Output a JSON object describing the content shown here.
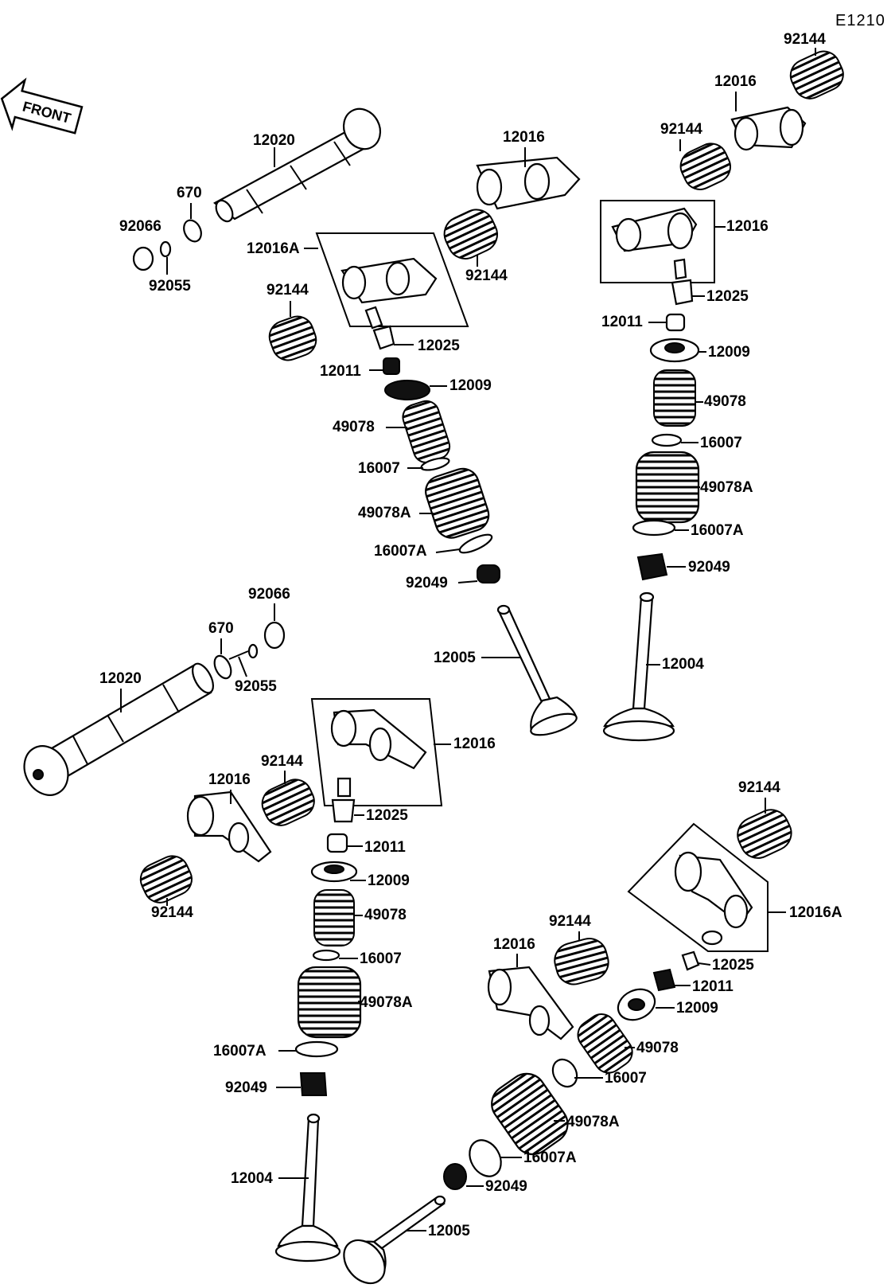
{
  "diagram_code": "E1210",
  "front_label": "FRONT",
  "callouts": {
    "top_shaft": "12020",
    "top_oring": "670",
    "top_plug": "92066",
    "top_plug_ring": "92055",
    "ul_rocker": "12016A",
    "ul_spring_a": "92144",
    "ul_adjuster": "12025",
    "ul_nut": "12011",
    "ul_retainer": "12009",
    "ul_inner_spring": "49078",
    "ul_seat": "16007",
    "ul_outer_spring": "49078A",
    "ul_seat_a": "16007A",
    "ul_seal": "92049",
    "ul_valve": "12005",
    "mid_rocker": "12016",
    "mid_spring": "92144",
    "tr_spring_top": "92144",
    "tr_rocker_top": "12016",
    "tr_spring_mid": "92144",
    "tr_rocker_box": "12016",
    "tr_adjuster": "12025",
    "tr_nut": "12011",
    "tr_retainer": "12009",
    "tr_inner_spring": "49078",
    "tr_seat": "16007",
    "tr_outer_spring": "49078A",
    "tr_seat_a": "16007A",
    "tr_seal": "92049",
    "tr_valve": "12004",
    "bot_plug": "92066",
    "bot_oring": "670",
    "bot_plug_ring": "92055",
    "bot_shaft": "12020",
    "bl_rocker_box": "12016",
    "bl_spring_a": "92144",
    "bl_rocker": "12016",
    "bl_spring_b": "92144",
    "bl_adjuster": "12025",
    "bl_nut": "12011",
    "bl_retainer": "12009",
    "bl_inner_spring": "49078",
    "bl_seat": "16007",
    "bl_outer_spring": "49078A",
    "bl_seat_a": "16007A",
    "bl_seal": "92049",
    "bl_valve": "12004",
    "br_spring_top": "92144",
    "br_rocker_box": "12016A",
    "br_spring": "92144",
    "br_rocker": "12016",
    "br_adjuster": "12025",
    "br_nut": "12011",
    "br_retainer": "12009",
    "br_inner_spring": "49078",
    "br_seat": "16007",
    "br_outer_spring": "49078A",
    "br_seat_a": "16007A",
    "br_seal": "92049",
    "br_valve": "12005"
  }
}
